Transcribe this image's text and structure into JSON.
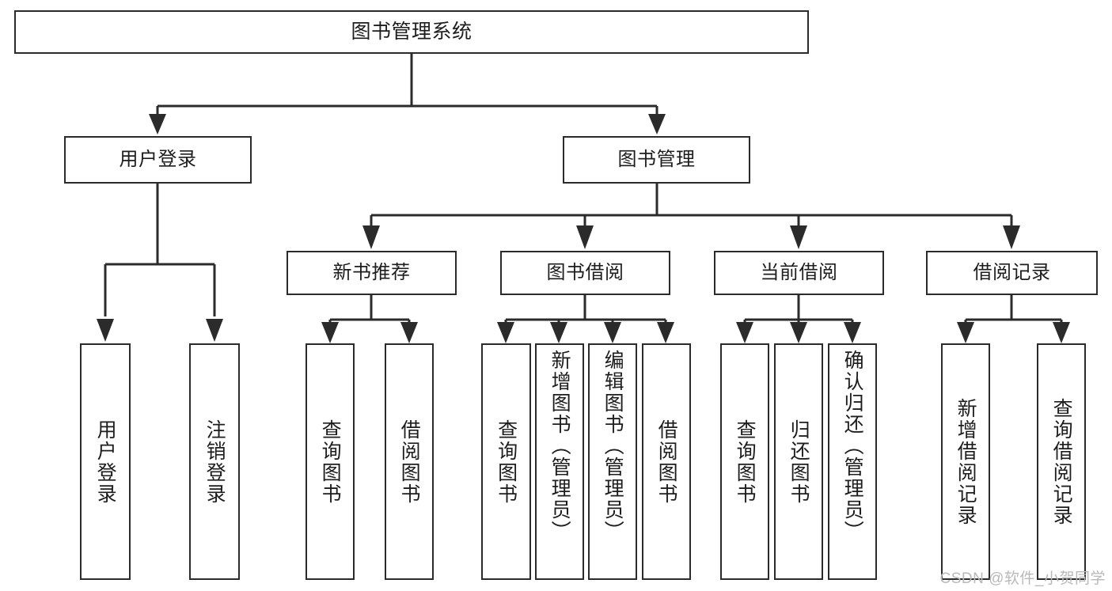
{
  "diagram": {
    "title": "图书管理系统",
    "type": "hierarchy-tree",
    "watermark": "CSDN @软件_小贺同学",
    "colors": {
      "stroke": "#2b2b2b",
      "background": "#ffffff",
      "text": "#1d1d1d",
      "watermark": "#b9b9b9"
    },
    "levels": {
      "root": {
        "id": "root",
        "label": "图书管理系统"
      },
      "level2": [
        {
          "id": "user-login",
          "label": "用户登录"
        },
        {
          "id": "book-management",
          "label": "图书管理"
        }
      ],
      "level3": [
        {
          "id": "new-book-recommend",
          "label": "新书推荐",
          "parent": "book-management"
        },
        {
          "id": "book-borrow",
          "label": "图书借阅",
          "parent": "book-management"
        },
        {
          "id": "current-borrow",
          "label": "当前借阅",
          "parent": "book-management"
        },
        {
          "id": "borrow-record",
          "label": "借阅记录",
          "parent": "book-management"
        }
      ],
      "leaves": [
        {
          "id": "leaf-user-login",
          "label": "用户登录",
          "parent": "user-login"
        },
        {
          "id": "leaf-logout-login",
          "label": "注销登录",
          "parent": "user-login"
        },
        {
          "id": "leaf-query-book-1",
          "label": "查询图书",
          "parent": "new-book-recommend"
        },
        {
          "id": "leaf-borrow-book-1",
          "label": "借阅图书",
          "parent": "new-book-recommend"
        },
        {
          "id": "leaf-query-book-2",
          "label": "查询图书",
          "parent": "book-borrow"
        },
        {
          "id": "leaf-add-book",
          "label": "新增图书（管理员）",
          "parent": "book-borrow"
        },
        {
          "id": "leaf-edit-book",
          "label": "编辑图书（管理员）",
          "parent": "book-borrow"
        },
        {
          "id": "leaf-borrow-book-2",
          "label": "借阅图书",
          "parent": "book-borrow"
        },
        {
          "id": "leaf-query-book-3",
          "label": "查询图书",
          "parent": "current-borrow"
        },
        {
          "id": "leaf-return-book",
          "label": "归还图书",
          "parent": "current-borrow"
        },
        {
          "id": "leaf-confirm-return",
          "label": "确认归还（管理员）",
          "parent": "current-borrow"
        },
        {
          "id": "leaf-add-record",
          "label": "新增借阅记录",
          "parent": "borrow-record"
        },
        {
          "id": "leaf-query-record",
          "label": "查询借阅记录",
          "parent": "borrow-record"
        }
      ]
    }
  }
}
